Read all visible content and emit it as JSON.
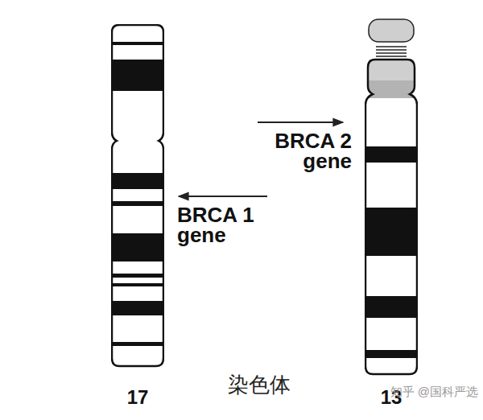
{
  "diagram": {
    "nodes": [
      {
        "text": [
          "17"
        ]
      },
      {
        "text": [
          "13"
        ]
      }
    ],
    "labels": [
      "BRCA 2 gene",
      "BRCA 1 gene",
      "染色体",
      "知乎 @国科严选"
    ]
  }
}
